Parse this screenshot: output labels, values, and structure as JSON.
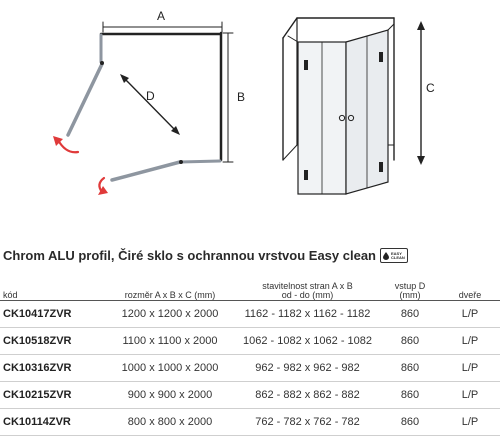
{
  "diagram": {
    "labels": {
      "a": "A",
      "b": "B",
      "c": "C",
      "d": "D"
    },
    "colors": {
      "line": "#222222",
      "glass": "#8e96a0",
      "arrow": "#e03a3a"
    }
  },
  "heading": {
    "title": "Chrom ALU profil, Čiré sklo s ochrannou vrstvou Easy clean",
    "badge_line1": "EASY",
    "badge_line2": "CLEAN"
  },
  "table": {
    "headers": [
      {
        "line1": "kód",
        "line2": ""
      },
      {
        "line1": "rozměr A x B x C (mm)",
        "line2": ""
      },
      {
        "line1": "stavitelnost stran A x B",
        "line2": "od - do (mm)"
      },
      {
        "line1": "vstup D",
        "line2": "(mm)"
      },
      {
        "line1": "dveře",
        "line2": ""
      }
    ],
    "rows": [
      [
        "CK10417ZVR",
        "1200 x 1200 x 2000",
        "1162 - 1182 x 1162 - 1182",
        "860",
        "L/P"
      ],
      [
        "CK10518ZVR",
        "1100 x 1100 x 2000",
        "1062 - 1082 x 1062 - 1082",
        "860",
        "L/P"
      ],
      [
        "CK10316ZVR",
        "1000 x 1000 x 2000",
        "962 - 982 x 962 - 982",
        "860",
        "L/P"
      ],
      [
        "CK10215ZVR",
        "900 x 900 x 2000",
        "862 - 882 x 862 - 882",
        "860",
        "L/P"
      ],
      [
        "CK10114ZVR",
        "800 x 800 x 2000",
        "762 - 782 x 762 - 782",
        "860",
        "L/P"
      ]
    ]
  }
}
